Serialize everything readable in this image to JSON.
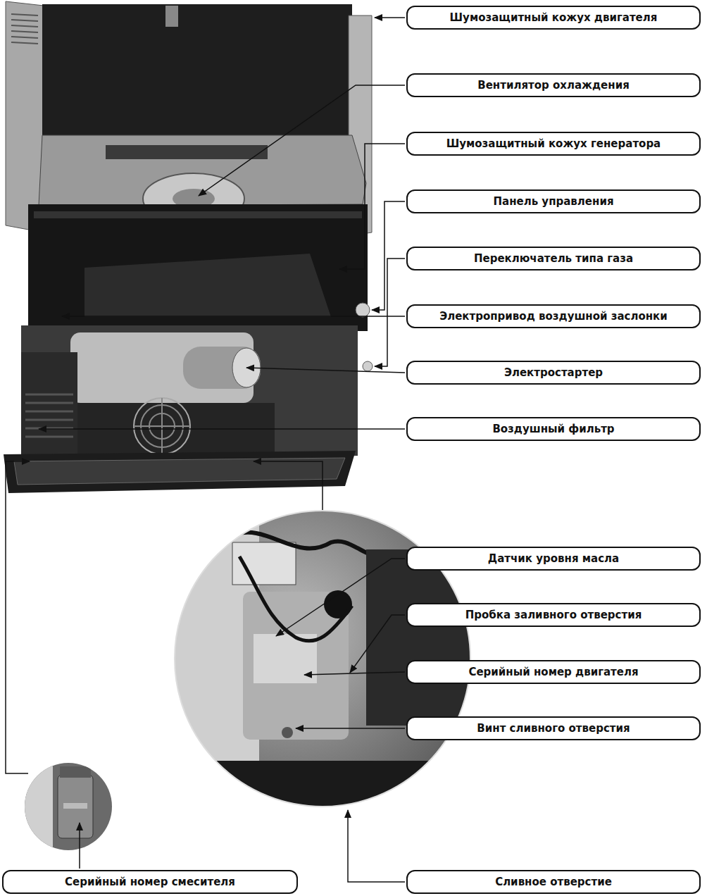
{
  "diagram": {
    "nodes": [
      {
        "text": [
          "Шумозащитный кожух  двигателя"
        ]
      },
      {
        "text": [
          "Вентилятор охлаждения"
        ]
      },
      {
        "text": [
          "Шумозащитный кожух  генератора"
        ]
      },
      {
        "text": [
          "Панель управления"
        ]
      },
      {
        "text": [
          "Переключатель типа газа"
        ]
      },
      {
        "text": [
          "Электропривод воздушной заслонки"
        ]
      },
      {
        "text": [
          "Электростартер"
        ]
      },
      {
        "text": [
          "Воздушный фильтр"
        ]
      },
      {
        "text": [
          "Датчик уровня масла"
        ]
      },
      {
        "text": [
          "Пробка заливного отверстия"
        ]
      },
      {
        "text": [
          "Серийный номер двигателя"
        ]
      },
      {
        "text": [
          "Винт сливного отверстия"
        ]
      },
      {
        "text": [
          "Серийный номер смесителя"
        ]
      },
      {
        "text": [
          "Сливное отверстие"
        ]
      }
    ]
  }
}
